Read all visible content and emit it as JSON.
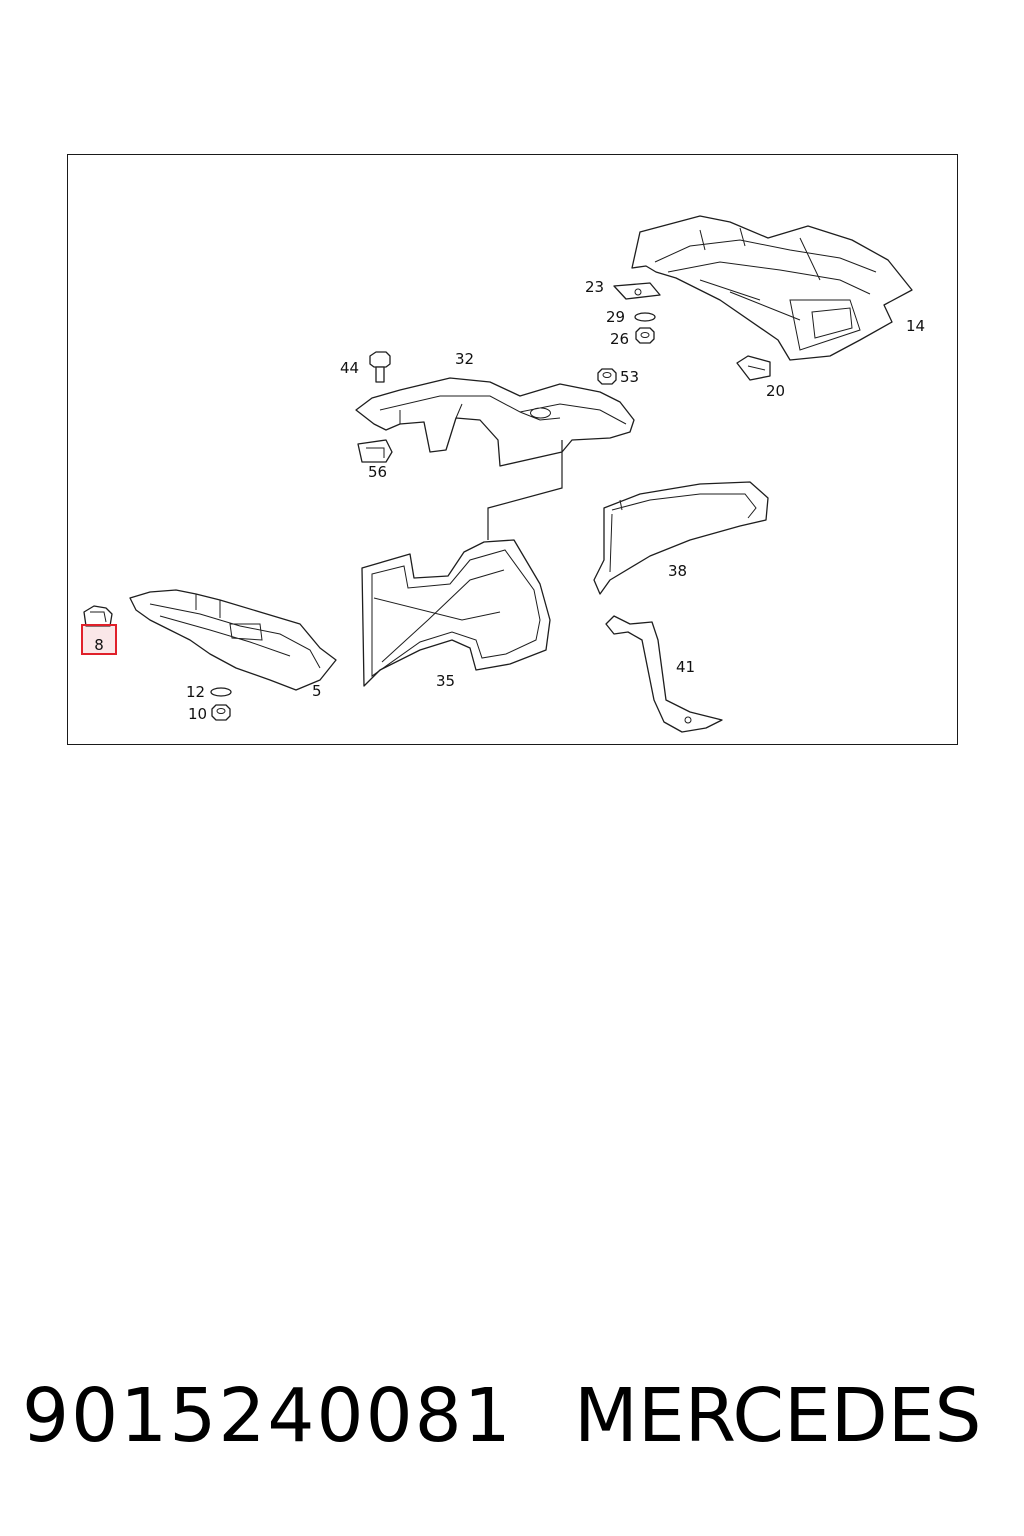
{
  "callouts": {
    "c5": "5",
    "c8": "8",
    "c10": "10",
    "c12": "12",
    "c14": "14",
    "c20": "20",
    "c23": "23",
    "c26": "26",
    "c29": "29",
    "c32": "32",
    "c35": "35",
    "c38": "38",
    "c41": "41",
    "c44": "44",
    "c53": "53",
    "c56": "56"
  },
  "highlighted_callout": "8",
  "highlight_color": "#e0202a",
  "footer": {
    "part_number": "9015240081",
    "brand": "MERCEDES"
  }
}
